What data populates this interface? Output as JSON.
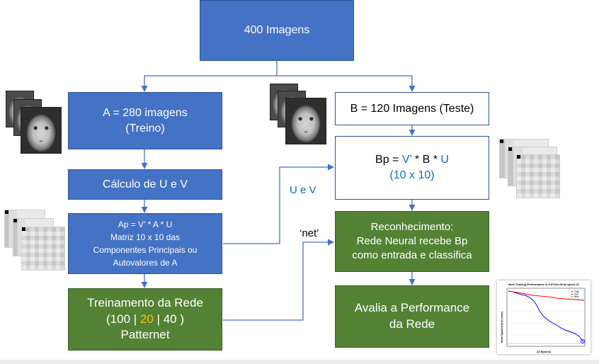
{
  "boxes": {
    "top": "400 Imagens",
    "a_line1": "A = 280 imagens",
    "a_line2": "(Treino)",
    "b": "B = 120 Imagens (Teste)",
    "calc": "Cálculo de U e V",
    "bp_prefix": "Bp = ",
    "bp_v": "V’",
    "bp_mid": " * B * ",
    "bp_u": "U",
    "bp_line2": "(10 x 10)",
    "ap_line1": "Ap = V’ * A * U",
    "ap_line2": "Matriz 10 x 10 das",
    "ap_line3": "Componentes Principais ou",
    "ap_line4": "Autovalores de A",
    "recon_line1": "Reconhecimento:",
    "recon_line2": "Rede Neural recebe Bp",
    "recon_line3": "como entrada e classifica",
    "train_line1": "Treinamento da Rede",
    "train_pre": "(100 | ",
    "train_hl": "20",
    "train_post": " | 40 )",
    "train_line3": "Patternet",
    "eval_line1": "Avalia a Performance",
    "eval_line2": "da Rede"
  },
  "labels": {
    "uv": "U e V",
    "net": "‘net’"
  },
  "perf_plot": {
    "title": "Best Training Performance is 3.9714e-08 at epoch 21",
    "xlabel": "21 Epochs",
    "ylabel": "Mean Squared Error (mse)",
    "legend": [
      "Train",
      "Test",
      "Best"
    ]
  },
  "colors": {
    "blue_box": "#4472c4",
    "green_box": "#548235",
    "arrow": "#4472c4",
    "highlight_text": "#0070c0",
    "highlight_number": "#ffc000",
    "plot_train": "#0000ff",
    "plot_test": "#ff0000"
  }
}
